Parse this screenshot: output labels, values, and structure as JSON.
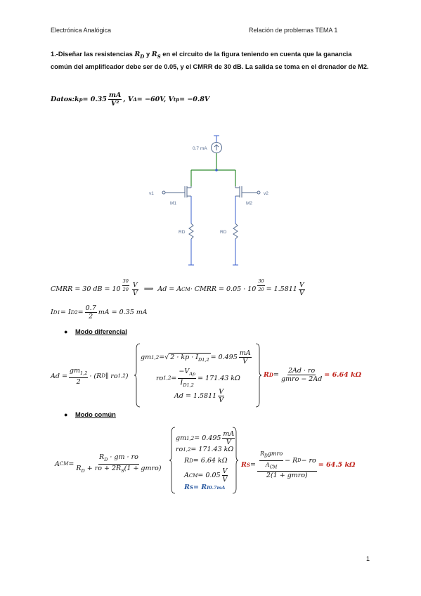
{
  "header": {
    "left": "Electrónica Analógica",
    "right": "Relación de problemas TEMA 1"
  },
  "problem": {
    "p1": "1.-Diseñar las resistencias ",
    "rd": "R",
    "rd_sub": "D",
    "and": " y ",
    "rs": "R",
    "rs_sub": "S",
    "p2": " en el circuito de la figura teniendo en cuenta que la ganancia común del amplificador debe ser de 0.05, y el CMRR de 30 dB. La salida se toma en el drenador de M2."
  },
  "datos": {
    "label": "Datos:",
    "kp": "k",
    "kp_sub": "p",
    "kp_eq": " = 0.35",
    "kp_num": "mA",
    "kp_den": "V²",
    "va": ",  V",
    "va_sub": "A",
    "va_eq": " = −60V,  V",
    "vtp_sub": "tp",
    "vtp_eq": " = −0.8V"
  },
  "circuit": {
    "source_label": "0.7 mA",
    "v1": "v1",
    "v2": "v2",
    "m1": "M1",
    "m2": "M2",
    "rd_left": "RD",
    "rd_right": "RD",
    "colors": {
      "wire": "#2e8b2e",
      "node": "#3a5fcd",
      "component": "#556b8f"
    }
  },
  "eq_cmrr": {
    "lhs": "CMRR = 30 dB = 10",
    "exp_num": "30",
    "exp_den": "20",
    "unit_num": "V",
    "unit_den": "V",
    "arrow": "⟹",
    "mid": "Ad = A",
    "mid_sub": "CM",
    "mid2": " · CMRR = 0.05 · 10",
    "result": " = 1.5811",
    "res_num": "V",
    "res_den": "V"
  },
  "eq_id": {
    "lhs": "I",
    "sub1": "D1",
    "eq": " = I",
    "sub2": "D2",
    "eq2": " = ",
    "num": "0.7",
    "den": "2",
    "rest": " mA = 0.35 mA"
  },
  "diff": {
    "title": "Modo diferencial",
    "ad_lhs": "Ad = ",
    "gm_num": "gm",
    "gm_sub": "1,2",
    "gm_den": "2",
    "par": " · (R",
    "par_sub": "D",
    "par2": " ∥ ro",
    "par_sub2": "1,2",
    "par3": ")",
    "l1a": "gm",
    "l1_sub": "1,2",
    "l1b": " = ",
    "l1_sqrt": "2 · kp · I",
    "l1_sqrt_sub": "D1,2",
    "l1c": " = 0.495",
    "l1_num": "mA",
    "l1_den": "V",
    "l2a": "ro",
    "l2_sub": "1,2",
    "l2b": " = ",
    "l2_num": "−V",
    "l2_num_sub": "Ap",
    "l2_den": "I",
    "l2_den_sub": "D1,2",
    "l2c": " = 171.43 kΩ",
    "l3": "Ad = 1.5811",
    "l3_num": "V",
    "l3_den": "V",
    "res_lhs": "R",
    "res_sub": "D",
    "res_eq": " = ",
    "res_num": "2Ad · ro",
    "res_den": "gmro − 2Ad",
    "res_val": " = 6.64 kΩ"
  },
  "common": {
    "title": "Modo común",
    "lhs": "A",
    "lhs_sub": "CM",
    "lhs_eq": " = ",
    "num": "R",
    "num_sub": "D",
    "num2": " · gm · ro",
    "den": "R",
    "den_sub": "D",
    "den2": " + ro + 2R",
    "den_sub2": "S",
    "den3": "(1 + gmro)",
    "l1a": "gm",
    "l1_sub": "1,2",
    "l1b": " = 0.495",
    "l1_num": "mA",
    "l1_den": "V",
    "l2a": "ro",
    "l2_sub": "1,2",
    "l2b": " = 171.43 kΩ",
    "l3a": "R",
    "l3_sub": "D",
    "l3b": " = 6.64 kΩ",
    "l4a": "A",
    "l4_sub": "CM",
    "l4b": " = 0.05",
    "l4_num": "V",
    "l4_den": "V",
    "l5a": "R",
    "l5_sub": "S",
    "l5b": " = R",
    "l5_sub2": "I0.7mA",
    "res_lhs": "R",
    "res_sub": "S",
    "res_eq": " = ",
    "res_num_a_num": "R",
    "res_num_a_sub": "D",
    "res_num_a_num2": "gmro",
    "res_num_a_den": "A",
    "res_num_a_den_sub": "CM",
    "res_num_b": " − R",
    "res_num_b_sub": "D",
    "res_num_c": " − ro",
    "res_den": "2(1 + gmro)",
    "res_val": " = 64.5 kΩ"
  },
  "page_number": "1"
}
